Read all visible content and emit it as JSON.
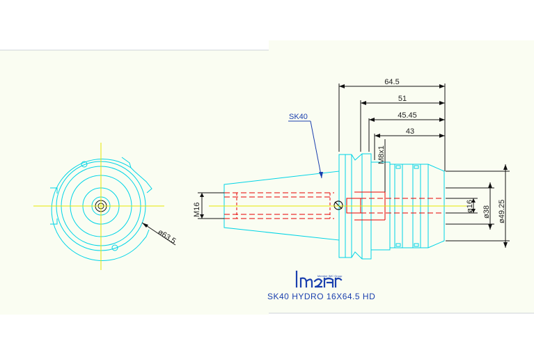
{
  "drawing": {
    "callout_label": "SK40",
    "caption": "SK40 HYDRO 16X64.5 HD",
    "logo_subtitle": "Member IMC Group",
    "dimensions": {
      "d_64_5": "64.5",
      "d_51": "51",
      "d_45_45": "45.45",
      "d_43": "43",
      "m8x1": "M8x1",
      "m16": "M16",
      "dia16": "ø16",
      "dia38": "ø38",
      "dia49_25": "ø49.25",
      "dia63_5": "ø63.5"
    }
  },
  "colors": {
    "cyan": "#00d4e6",
    "red": "#e60000",
    "yellow": "#e6e600",
    "black": "#111111",
    "blue": "#1a3fae",
    "paper": "#fafdf2"
  }
}
